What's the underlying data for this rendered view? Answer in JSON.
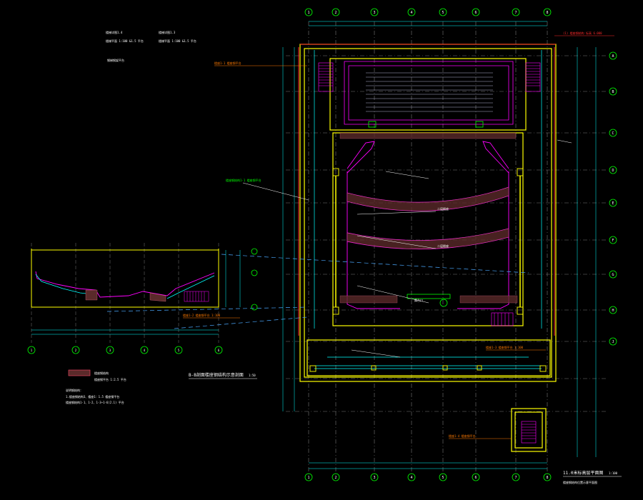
{
  "grid_top": [
    "1",
    "2",
    "3",
    "4",
    "5",
    "6",
    "7",
    "8"
  ],
  "grid_right": [
    "A",
    "B",
    "C",
    "D",
    "E",
    "F",
    "G",
    "H",
    "J"
  ],
  "section_grid": [
    "1",
    "2",
    "3",
    "4",
    "5",
    "6"
  ],
  "stair_legend": {
    "line1": "楼梯详图1.4",
    "line2": "楼梯平面 1:100 &1.5 平台",
    "line3": "楼梯详图1.3",
    "line4": "楼梯平面 1:100 &1.5 平台",
    "line5": "钢梯钢架平台"
  },
  "section_title": "B-B剖面楼座钢结构示意剖面",
  "section_scale": "1:50",
  "legend": {
    "hatch_label": "楼座钢结构",
    "hatch_sub": "楼座钢平台 1:2.5 平台",
    "notes_title": "说明钢结构：",
    "note1": "1.楼座钢结构3、楼座1：1.5 楼座钢平台",
    "note2": "楼座钢结构1-1、1-2、1-3~1-6(2.1) 平台"
  },
  "plan_title": "11.0米标高层平面图",
  "plan_scale": "1:100",
  "plan_sub": "楼座钢结构位置示意平面图",
  "annotations": {
    "top_red": "(1) 楼座钢结构 标高 6.000",
    "left_orange": "楼座1-1 楼座钢平台",
    "mid_orange": "楼座1-2 楼座钢平台 1:100",
    "lower_orange": "楼座1-3 楼座钢平台 1:100",
    "bottom_orange": "楼座1-4 楼座钢平台",
    "green_left": "楼座钢结构1-1 楼座钢平台"
  },
  "balcony_labels": [
    "二层楼座",
    "二层楼座",
    "舞台口"
  ],
  "colors": {
    "grid": "#00ff00",
    "wall": "#ffff00",
    "balcony": "#ff00ff",
    "dim": "#00ffff",
    "column": "#ffff00",
    "red": "#ff2a2a",
    "orange": "#ff7a00",
    "gridline": "#8a8a8a"
  }
}
